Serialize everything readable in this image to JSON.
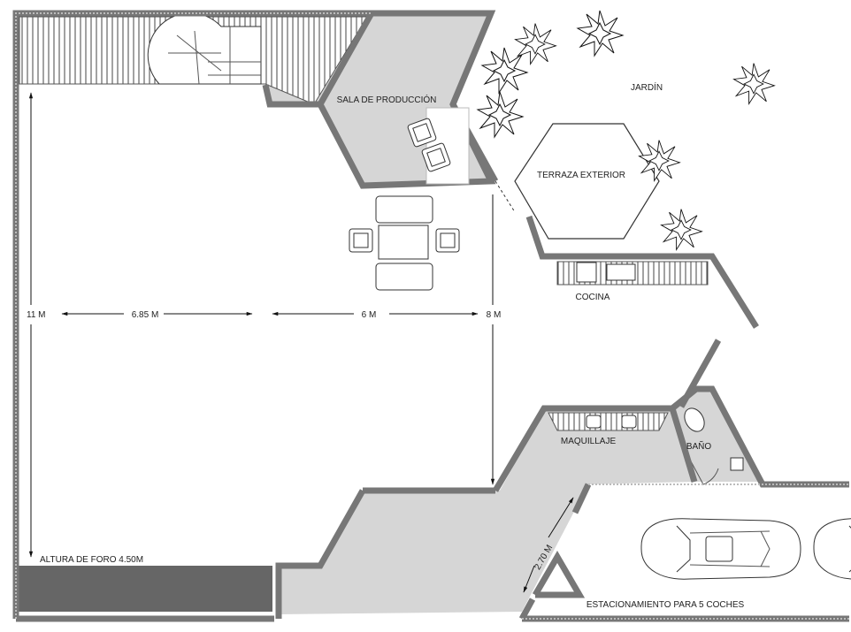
{
  "rooms": {
    "production_room": "SALA DE PRODUCCIÓN",
    "garden": "JARDÍN",
    "exterior_terrace": "TERRAZA EXTERIOR",
    "kitchen": "COCINA",
    "makeup": "MAQUILLAJE",
    "bathroom": "BAÑO",
    "parking": "ESTACIONAMIENTO PARA 5 COCHES",
    "stage_height": "ALTURA DE FORO 4.50M"
  },
  "dimensions": {
    "height_11": "11 M",
    "width_685": "6.85 M",
    "width_6": "6 M",
    "depth_8": "8 M",
    "door_270": "2.70 M"
  },
  "colors": {
    "wall": "#777777",
    "floor_gray": "#d6d6d6",
    "stage_dark": "#666666"
  }
}
